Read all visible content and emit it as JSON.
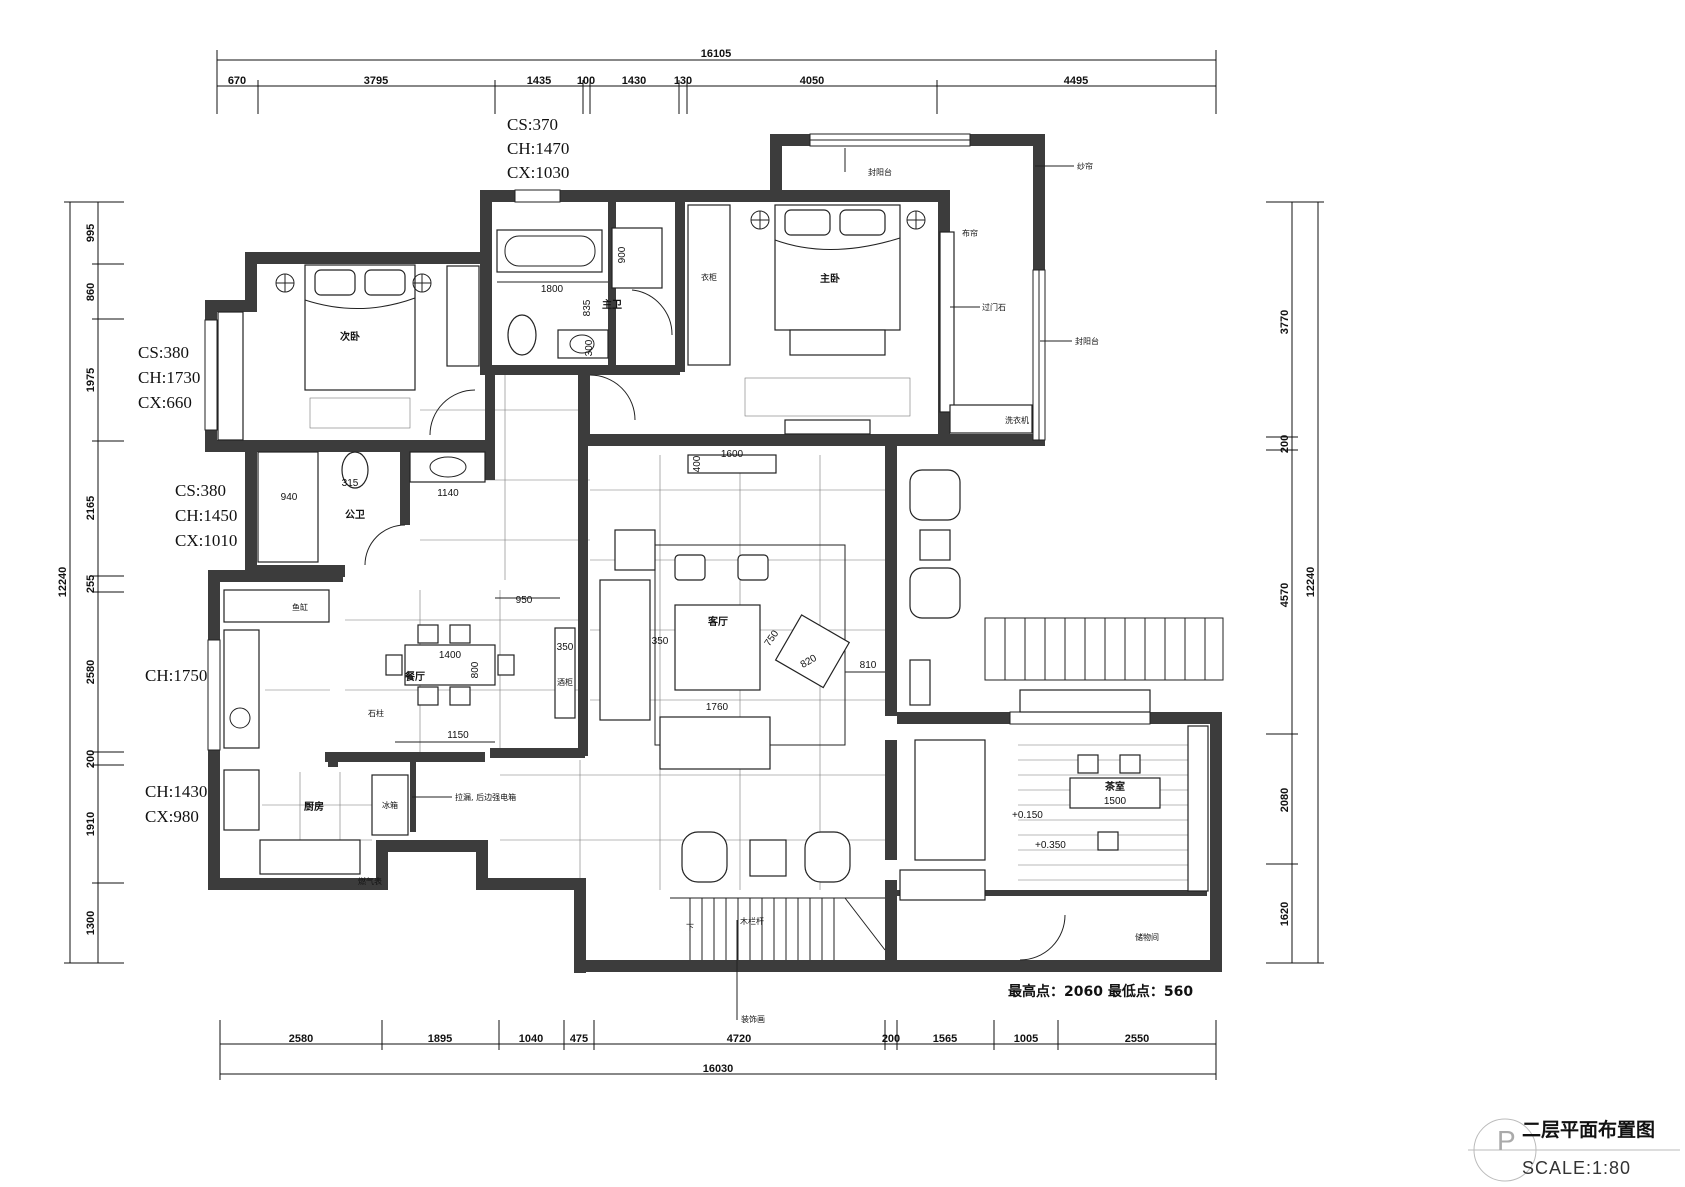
{
  "plan": {
    "total_top": "16105",
    "top_dims": [
      "670",
      "3795",
      "1435",
      "100",
      "1430",
      "130",
      "4050",
      "4495"
    ],
    "total_bottom": "16030",
    "bottom_dims": [
      "2580",
      "1895",
      "1040",
      "475",
      "4720",
      "200",
      "1565",
      "1005",
      "2550"
    ],
    "left_dims": [
      "995",
      "860",
      "1975",
      "2165",
      "255",
      "2580",
      "200",
      "1910",
      "1300"
    ],
    "left_total": "12240",
    "right_dims": [
      "3770",
      "200",
      "4570",
      "2080",
      "1620"
    ],
    "right_total": "12240"
  },
  "callouts": {
    "top": [
      "CS:370",
      "CH:1470",
      "CX:1030"
    ],
    "bedroom2": [
      "CS:380",
      "CH:1730",
      "CX:660"
    ],
    "bath": [
      "CS:380",
      "CH:1450",
      "CX:1010"
    ],
    "dining": [
      "CH:1750"
    ],
    "kitchen": [
      "CH:1430",
      "CX:980"
    ]
  },
  "rooms": {
    "master_bedroom": "主卧",
    "second_bedroom": "次卧",
    "master_bath": "主卫",
    "public_bath": "公卫",
    "living": "客厅",
    "dining": "餐厅",
    "kitchen": "厨房",
    "tea_room": "茶室",
    "closet": "衣柜",
    "storage": "储物间",
    "fridge": "冰箱",
    "washer": "洗衣机",
    "fish_tank": "鱼缸"
  },
  "annotations": {
    "balcony_top": "封阳台",
    "balcony_right": "封阳台",
    "sheer_curtain": "纱帘",
    "cloth_curtain": "布帘",
    "threshold_stone": "过门石",
    "stone_pillar": "石柱",
    "kitchen_note": "拉漏, 后边强电箱",
    "gas_meter": "燃气表",
    "railing": "木栏杆",
    "decor": "装饰画",
    "down": "下",
    "height_info": "最高点：2060   最低点：560",
    "wine": "酒柜"
  },
  "inner_dims": {
    "bath_tub": "1800",
    "bath_h": "900",
    "bath_v": "835",
    "bath_s": "300",
    "wc_940": "940",
    "wc_315": "315",
    "wc_1140": "1140",
    "dining_950": "950",
    "table_1400": "1400",
    "table_800": "800",
    "cab_350": "350",
    "dining_1150": "1150",
    "tv_1600": "1600",
    "tv_400": "400",
    "sofa_350": "350",
    "sofa_1760": "1760",
    "chair_750": "750",
    "chair_820": "820",
    "living_810": "810",
    "tea_1500": "1500",
    "lvl_1": "+0.150",
    "lvl_2": "+0.350"
  },
  "title_block": {
    "title": "二层平面布置图",
    "scale": "SCALE:1:80"
  }
}
